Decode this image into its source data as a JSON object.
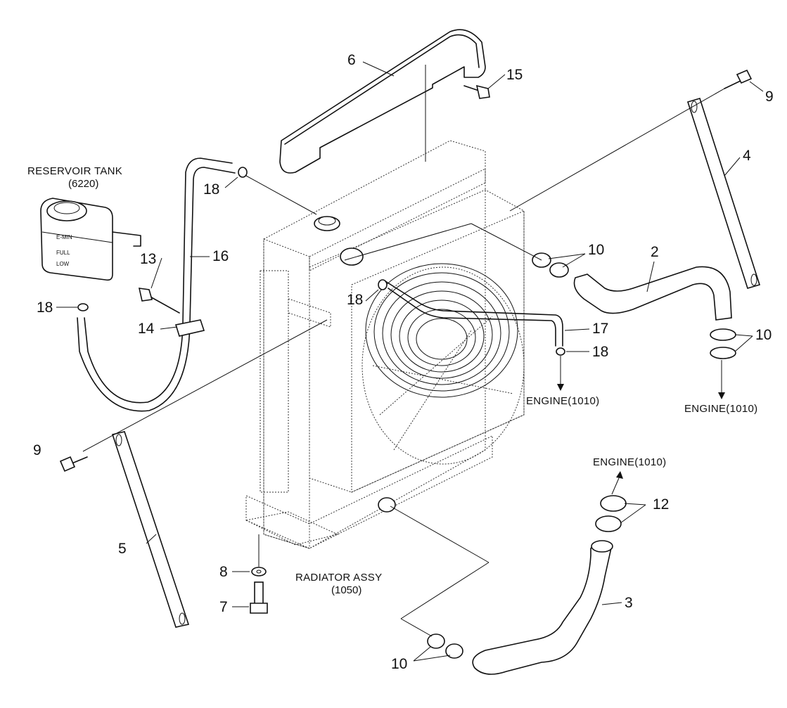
{
  "labels": {
    "reservoir_tank": "RESERVOIR TANK",
    "reservoir_tank_code": "(6220)",
    "radiator_assy": "RADIATOR ASSY",
    "radiator_assy_code": "(1050)",
    "engine_ref": "ENGINE(1010)"
  },
  "parts": {
    "p2": "2",
    "p3": "3",
    "p4": "4",
    "p5": "5",
    "p6": "6",
    "p7": "7",
    "p8": "8",
    "p9": "9",
    "p10": "10",
    "p12": "12",
    "p13": "13",
    "p14": "14",
    "p15": "15",
    "p16": "16",
    "p17": "17",
    "p18": "18"
  },
  "tank_markings": {
    "upper": "E-MIN",
    "middle": "FULL",
    "lower": "LOW"
  }
}
